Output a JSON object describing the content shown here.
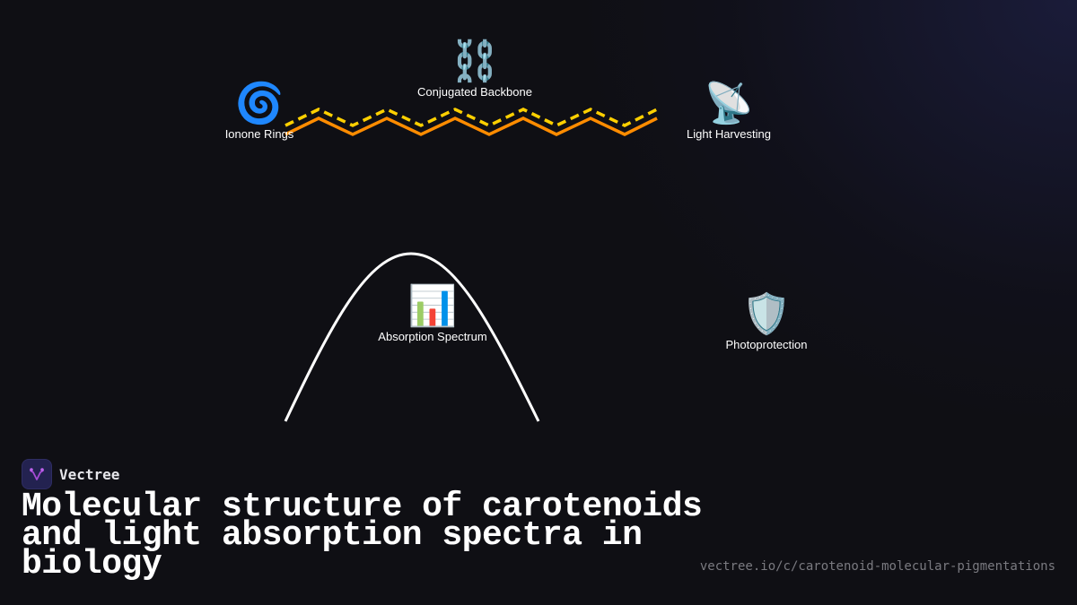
{
  "diagram": {
    "nodes": [
      {
        "id": "ionone-rings",
        "label": "Ionone Rings",
        "icon": "cyclone-icon",
        "glyph": "🌀"
      },
      {
        "id": "conjugated-backbone",
        "label": "Conjugated Backbone",
        "icon": "chains-icon",
        "glyph": "⛓️"
      },
      {
        "id": "light-harvesting",
        "label": "Light Harvesting",
        "icon": "satellite-antenna-icon",
        "glyph": "📡"
      },
      {
        "id": "absorption-spectrum",
        "label": "Absorption Spectrum",
        "icon": "bar-chart-icon",
        "glyph": "📊"
      },
      {
        "id": "photoprotection",
        "label": "Photoprotection",
        "icon": "shield-icon",
        "glyph": "🛡️"
      }
    ],
    "colors": {
      "zigzag_solid": "#ff8c00",
      "zigzag_dashed": "#ffd000",
      "curve": "#ffffff",
      "background": "#0f0f14"
    }
  },
  "brand": {
    "name": "Vectree",
    "logo_color": "#a64bd6"
  },
  "title": "Molecular structure of carotenoids and light absorption spectra in biology",
  "url": "vectree.io/c/carotenoid-molecular-pigmentations"
}
